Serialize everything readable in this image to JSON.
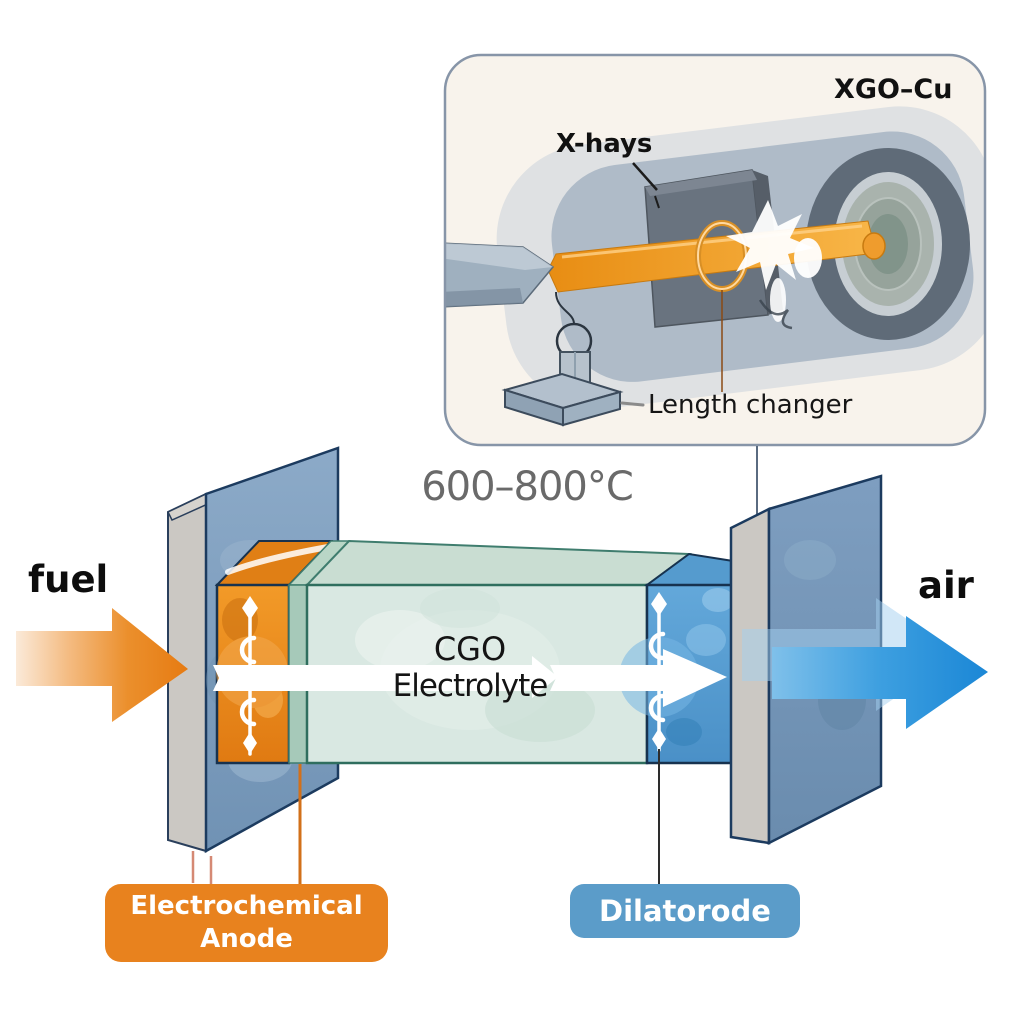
{
  "main": {
    "fuel_label": "fuel",
    "air_label": "air",
    "temperature": "600–800°C",
    "electrolyte": {
      "line1": "CGO",
      "line2": "Electrolyte"
    },
    "anode_callout": {
      "line1": "Electrochemical",
      "line2": "Anode"
    },
    "cathode_callout": "Dilatorode"
  },
  "inset": {
    "title": "XGO–Cu",
    "xray_label": "X-hays",
    "length_changer_label": "Length changer"
  },
  "colors": {
    "anode_orange": "#e8821e",
    "fuel_arrow_orange": "#e8811c",
    "cathode_blue": "#4f9ad1",
    "callout_blue": "#5b9cc9",
    "air_arrow_blue": "#2191dc",
    "electrolyte_green": "#d9e8e2",
    "plate_blue": "#7b9bbc",
    "plate_edge_gray": "#cbc8c3",
    "beam_orange": "#f29d1e",
    "temperature_gray": "#6a6a6a",
    "inset_background": "#f8f3ec",
    "inset_border": "#8795a8"
  }
}
